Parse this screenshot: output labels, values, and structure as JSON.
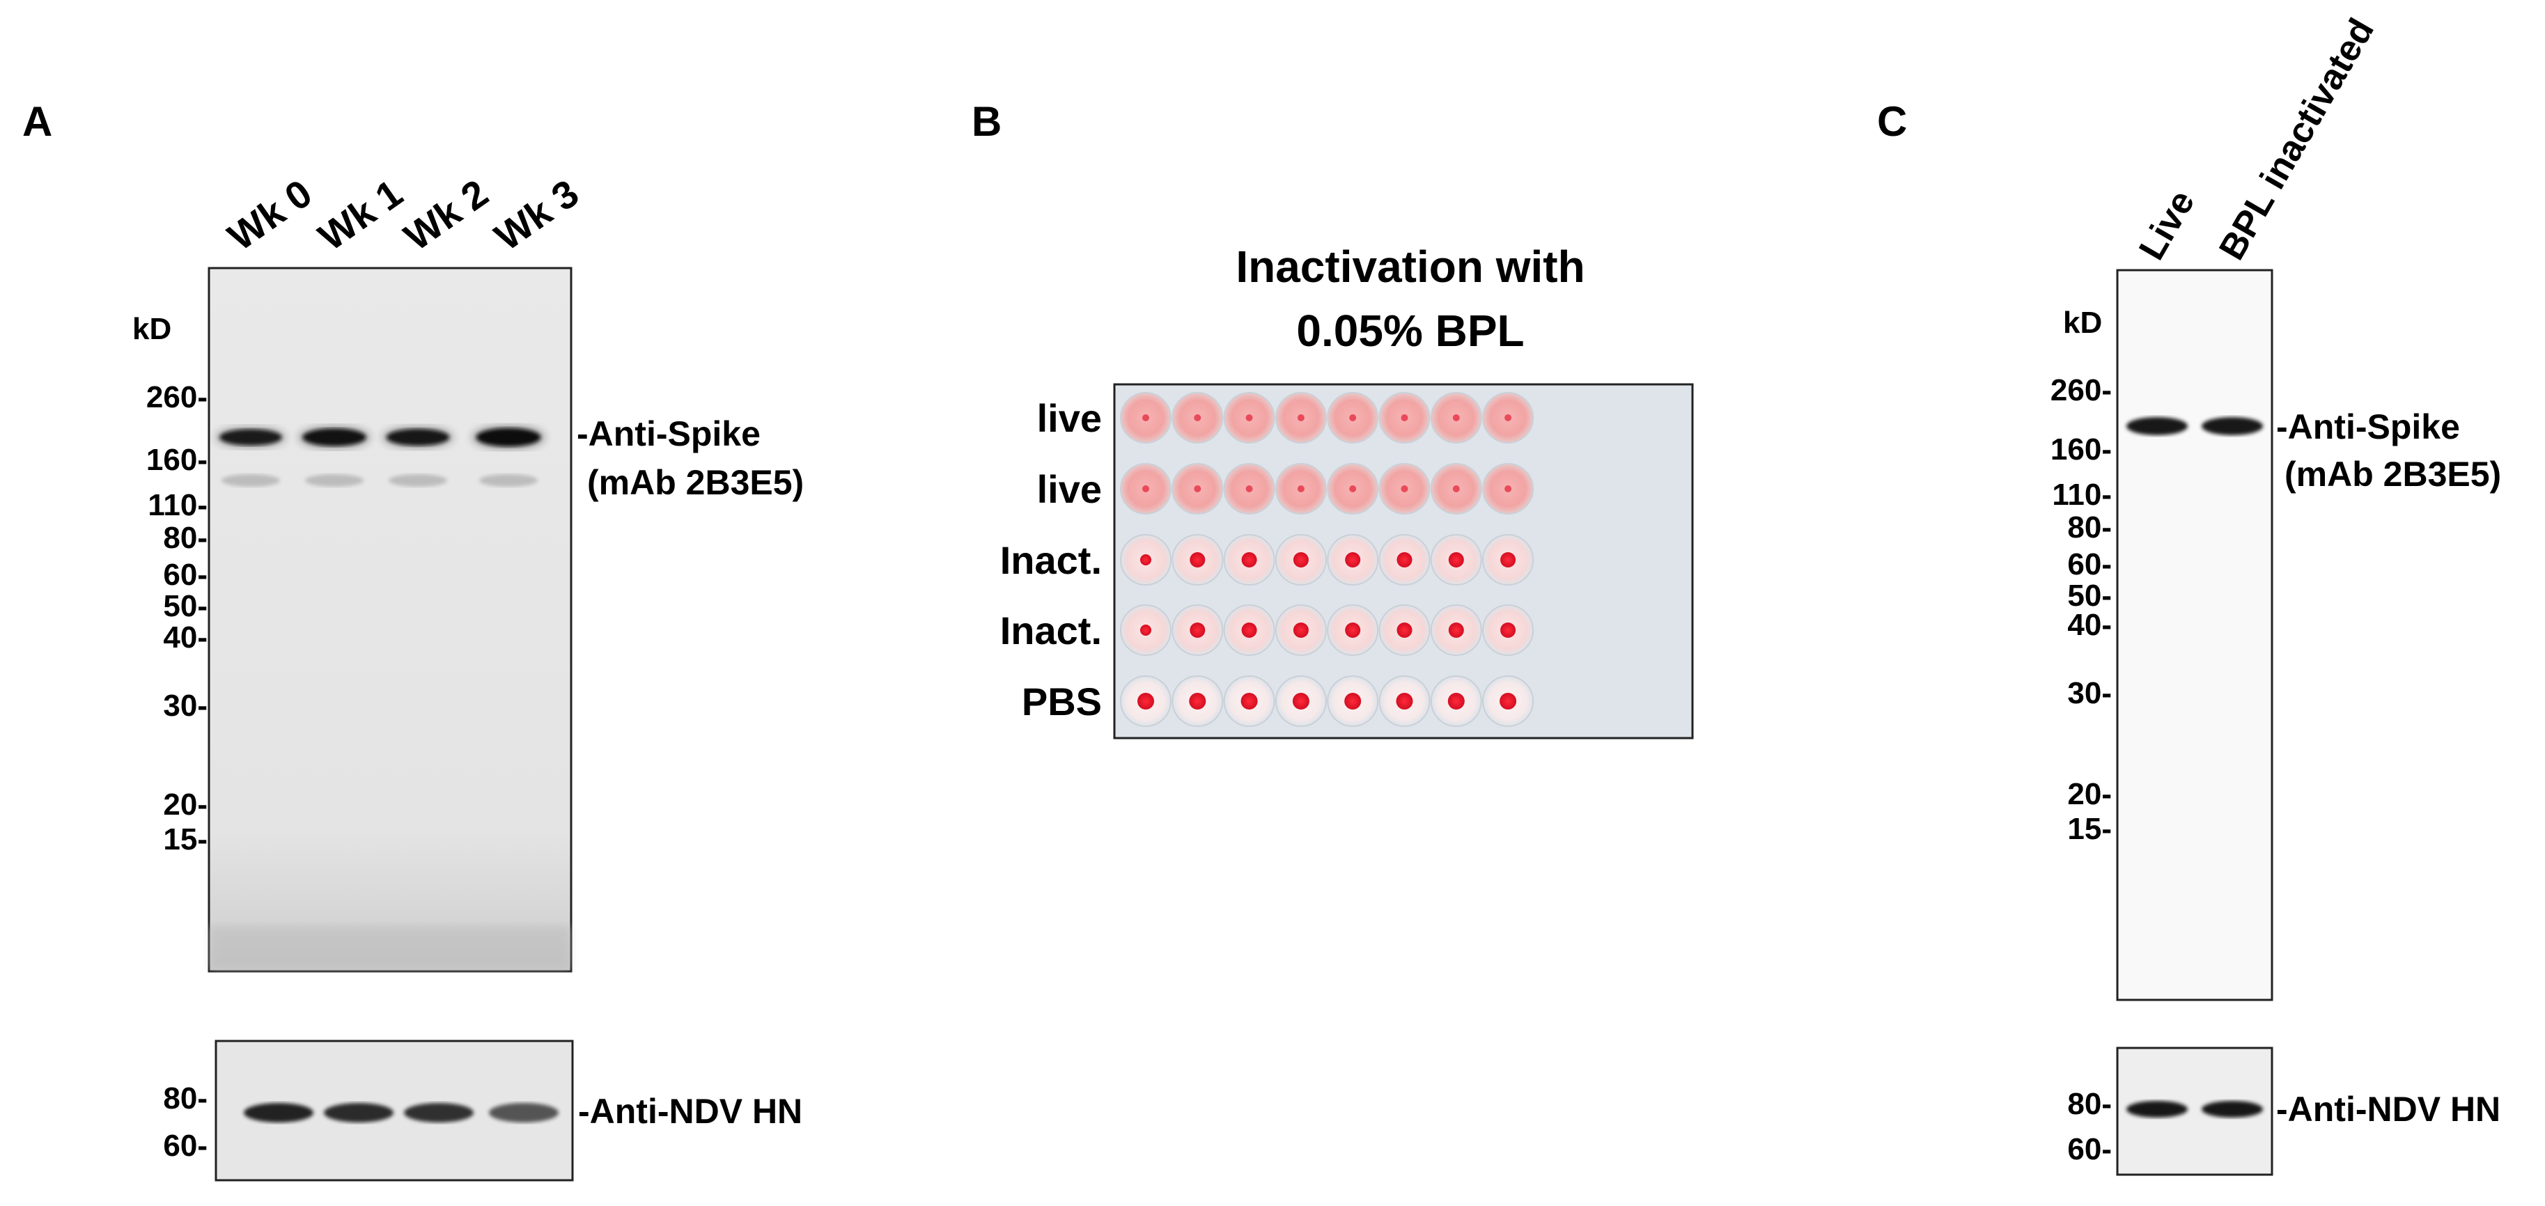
{
  "panel_a": {
    "label": "A",
    "lanes": [
      "Wk 0",
      "Wk 1",
      "Wk 2",
      "Wk 3"
    ],
    "kd_label": "kD",
    "markers": [
      "260-",
      "160-",
      "110-",
      "80-",
      "60-",
      "50-",
      "40-",
      "30-",
      "20-",
      "15-"
    ],
    "band_label_line1": "-Anti-Spike",
    "band_label_line2": "(mAb 2B3E5)",
    "band_intensity": [
      0.8,
      0.92,
      0.85,
      1.0
    ],
    "hn_markers": [
      "80-",
      "60-"
    ],
    "hn_label": "-Anti-NDV HN",
    "hn_intensity": [
      0.95,
      0.9,
      0.88,
      0.7
    ]
  },
  "panel_b": {
    "label": "B",
    "title_line1": "Inactivation with",
    "title_line2": "0.05% BPL",
    "rows": [
      "live",
      "live",
      "Inact.",
      "Inact.",
      "PBS"
    ],
    "row_types": [
      "live",
      "live",
      "inact",
      "inact",
      "pbs"
    ],
    "columns": 8
  },
  "panel_c": {
    "label": "C",
    "lanes": [
      "Live",
      "BPL inactivated"
    ],
    "kd_label": "kD",
    "markers": [
      "260-",
      "160-",
      "110-",
      "80-",
      "60-",
      "50-",
      "40-",
      "30-",
      "20-",
      "15-"
    ],
    "band_label_line1": "-Anti-Spike",
    "band_label_line2": "(mAb 2B3E5)",
    "hn_markers": [
      "80-",
      "60-"
    ],
    "hn_label": "-Anti-NDV HN"
  }
}
